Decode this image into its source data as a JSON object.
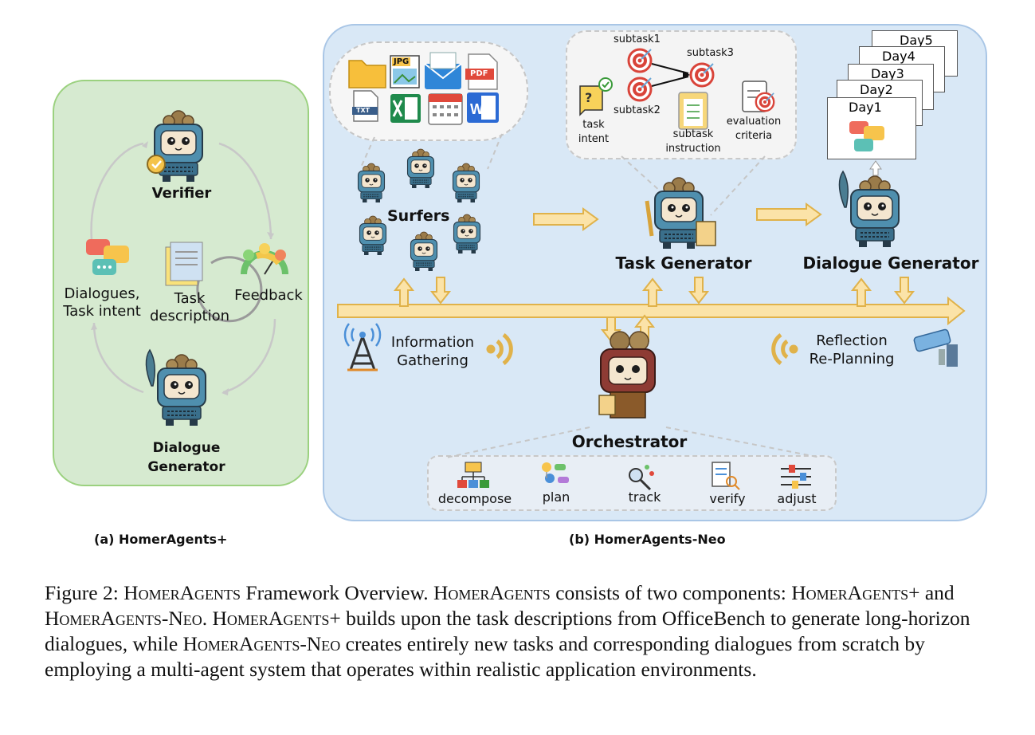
{
  "panel_a": {
    "verifier": "Verifier",
    "dialogues_intent": [
      "Dialogues,",
      "Task intent"
    ],
    "task_description": [
      "Task",
      "description"
    ],
    "feedback": "Feedback",
    "dialogue_generator": [
      "Dialogue",
      "Generator"
    ],
    "label": "(a)  HomerAgents+"
  },
  "panel_b": {
    "surfers": "Surfers",
    "file_icons": [
      "JPG",
      "PDF",
      "TXT"
    ],
    "task_generator": "Task Generator",
    "dialogue_generator": "Dialogue Generator",
    "orchestrator": "Orchestrator",
    "info_gathering": [
      "Information",
      "Gathering"
    ],
    "reflection": [
      "Reflection",
      "Re-Planning"
    ],
    "subtasks": [
      "subtask1",
      "subtask2",
      "subtask3"
    ],
    "task_intent": [
      "task",
      "intent"
    ],
    "subtask_instruction": [
      "subtask",
      "instruction"
    ],
    "evaluation_criteria": [
      "evaluation",
      "criteria"
    ],
    "days": [
      "Day5",
      "Day4",
      "Day3",
      "Day2",
      "Day1"
    ],
    "orch_actions": [
      "decompose",
      "plan",
      "track",
      "verify",
      "adjust"
    ],
    "label": "(b) HomerAgents-Neo"
  },
  "caption": {
    "fig": "Figure 2:",
    "t1": "HomerAgents",
    "t2": " Framework Overview.  ",
    "t3": "HomerAgents",
    "t4": " consists of two components: ",
    "t5": "HomerAgents+",
    "t6": " and ",
    "t7": "HomerAgents-Neo",
    "t8": ".  ",
    "t9": "HomerAgents+",
    "t10": " builds upon the task descriptions from OfficeBench to generate long-horizon dialogues, while ",
    "t11": "HomerAgents-Neo",
    "t12": " creates entirely new tasks and corresponding dialogues from scratch by employing a multi-agent system that operates within realistic application environments."
  },
  "colors": {
    "panel_a_bg": "#d6ead0",
    "panel_b_bg": "#d9e8f6",
    "arrow_fill": "#fbe3a8",
    "arrow_stroke": "#e0b24a",
    "robot_body": "#4f8fae"
  }
}
